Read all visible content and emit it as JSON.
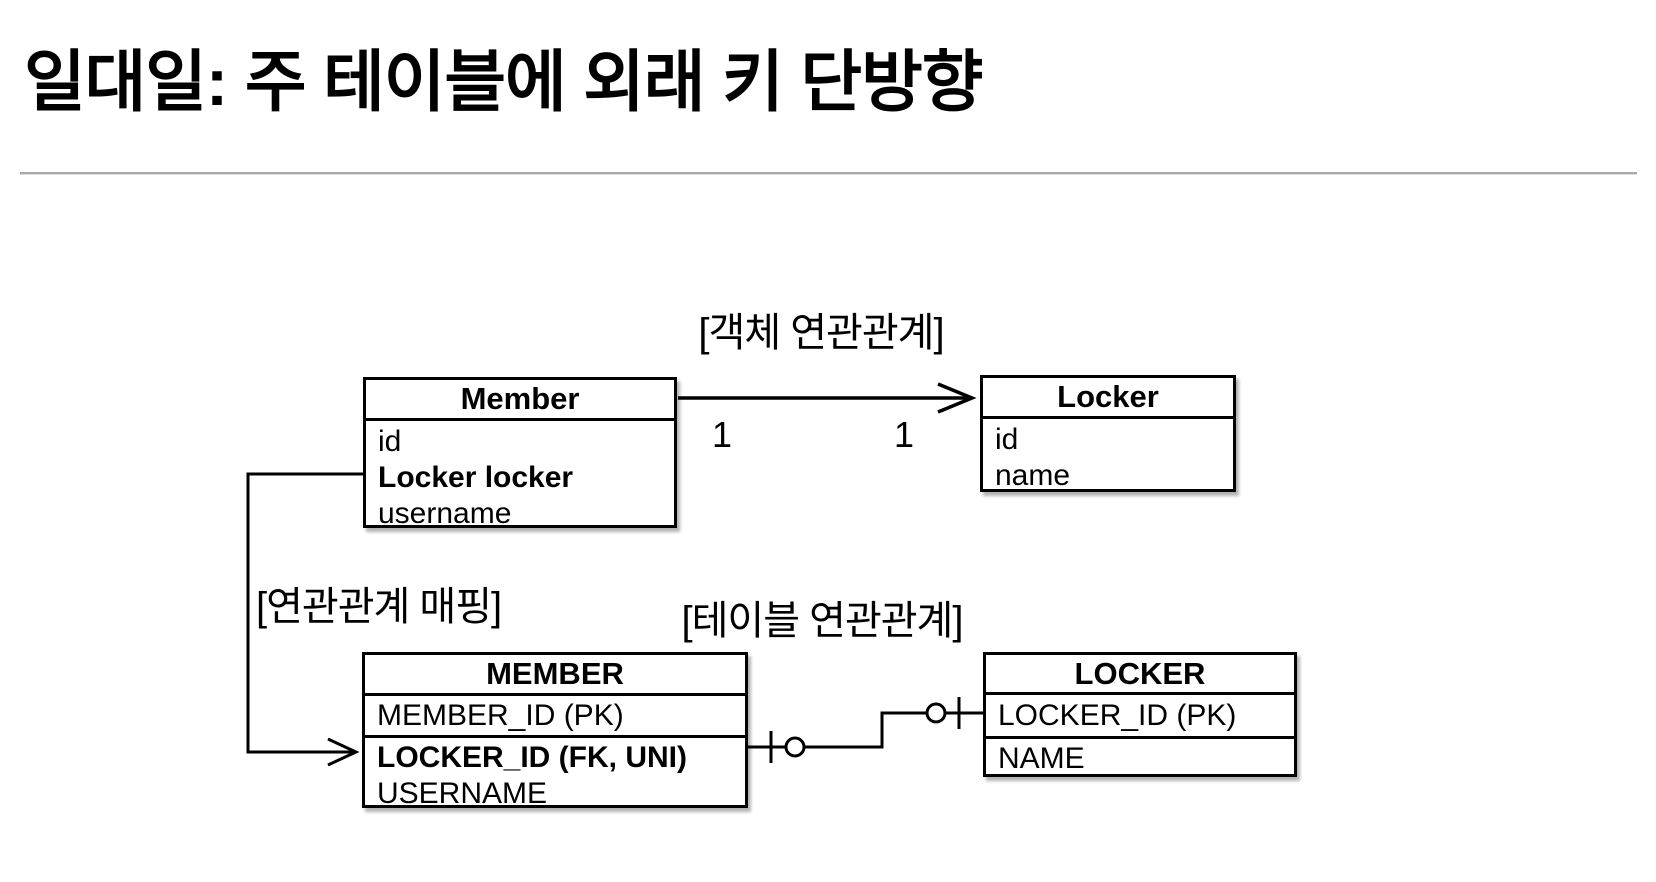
{
  "title": "일대일: 주 테이블에 외래 키 단방향",
  "diagram": {
    "object_association_label": "[객체 연관관계]",
    "mapping_label": "[연관관계 매핑]",
    "table_association_label": "[테이블 연관관계]",
    "multiplicity_left": "1",
    "multiplicity_right": "1",
    "member_class": {
      "title": "Member",
      "fields": [
        "id",
        "Locker locker",
        "username"
      ]
    },
    "locker_class": {
      "title": "Locker",
      "fields": [
        "id",
        "name"
      ]
    },
    "member_table": {
      "title": "MEMBER",
      "pk": "MEMBER_ID (PK)",
      "fields": [
        "LOCKER_ID (FK, UNI)",
        "USERNAME"
      ]
    },
    "locker_table": {
      "title": "LOCKER",
      "pk": "LOCKER_ID (PK)",
      "fields": [
        "NAME"
      ]
    },
    "colors": {
      "line": "#000000",
      "box_background": "#ffffff",
      "rule": "#a9a9a9"
    }
  }
}
